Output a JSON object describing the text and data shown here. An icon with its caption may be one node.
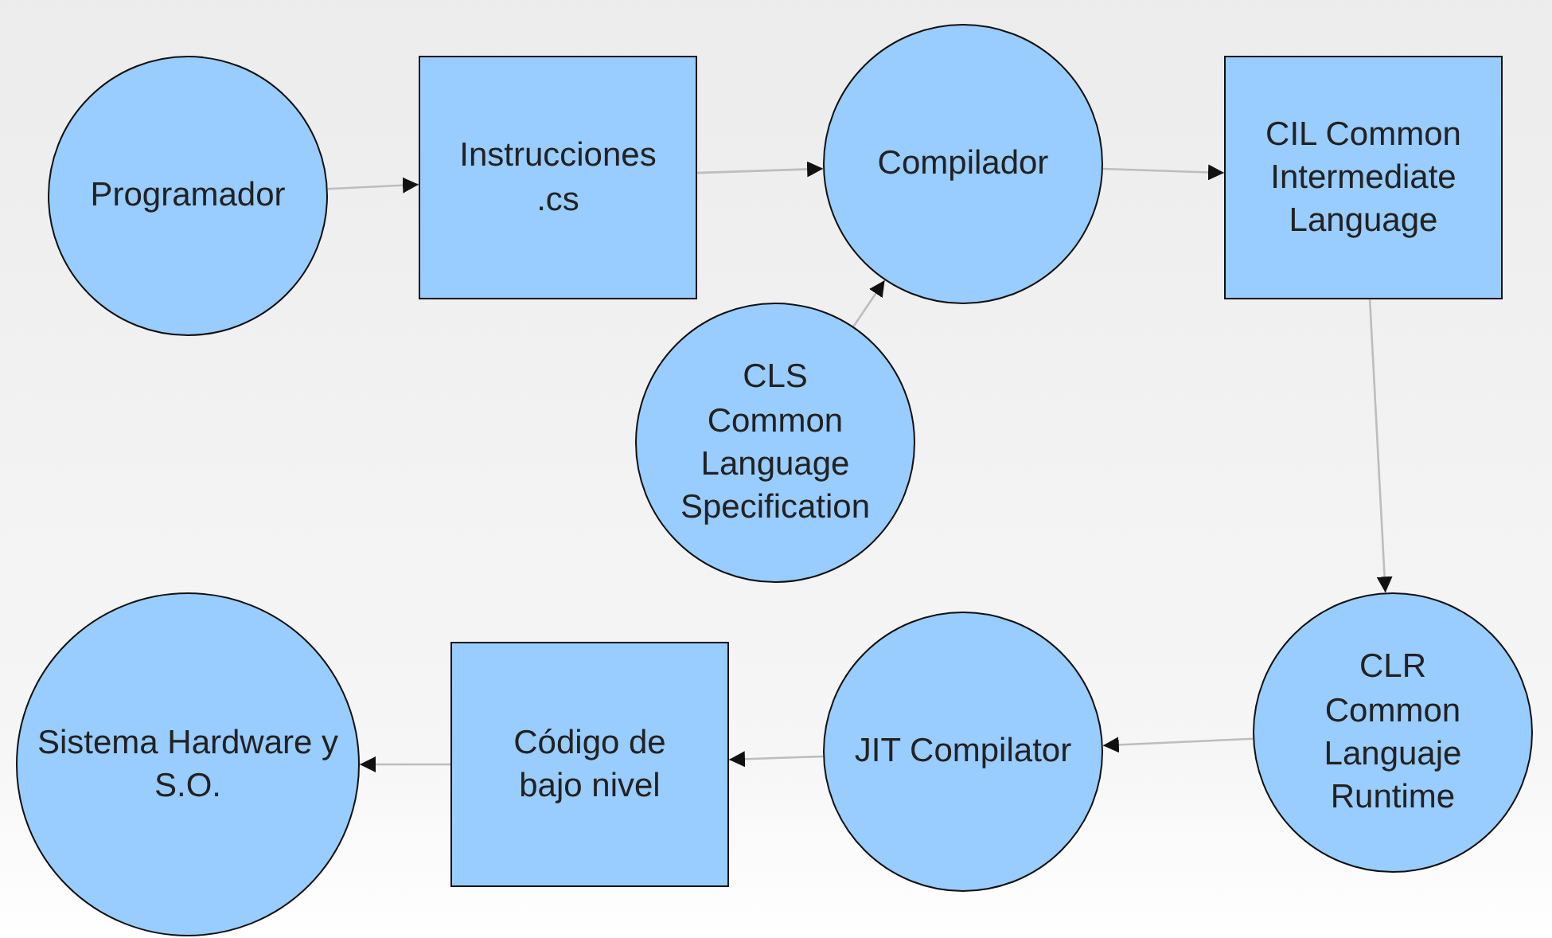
{
  "diagram": {
    "nodes": [
      {
        "text": [
          "Programador"
        ]
      },
      {
        "text": [
          "Instrucciones .cs"
        ]
      },
      {
        "text": [
          "Compilador"
        ]
      },
      {
        "text": [
          "CIL Common Intermediate Language"
        ]
      },
      {
        "text": [
          "CLS Common Language Specification"
        ]
      },
      {
        "text": [
          "CLR Common Languaje Runtime"
        ]
      },
      {
        "text": [
          "JIT Compilator"
        ]
      },
      {
        "text": [
          "Código de bajo nivel"
        ]
      },
      {
        "text": [
          "Sistema Hardware y S.O."
        ]
      }
    ],
    "edges": [
      {
        "from": 0,
        "to": 1,
        "arrow": "to"
      },
      {
        "from": 1,
        "to": 2,
        "arrow": "to"
      },
      {
        "from": 4,
        "to": 2,
        "arrow": "to"
      },
      {
        "from": 2,
        "to": 3,
        "arrow": "to"
      },
      {
        "from": 3,
        "to": 5,
        "arrow": "to"
      },
      {
        "from": 5,
        "to": 6,
        "arrow": "to"
      },
      {
        "from": 6,
        "to": 7,
        "arrow": "to"
      },
      {
        "from": 7,
        "to": 8,
        "arrow": "to"
      }
    ]
  }
}
